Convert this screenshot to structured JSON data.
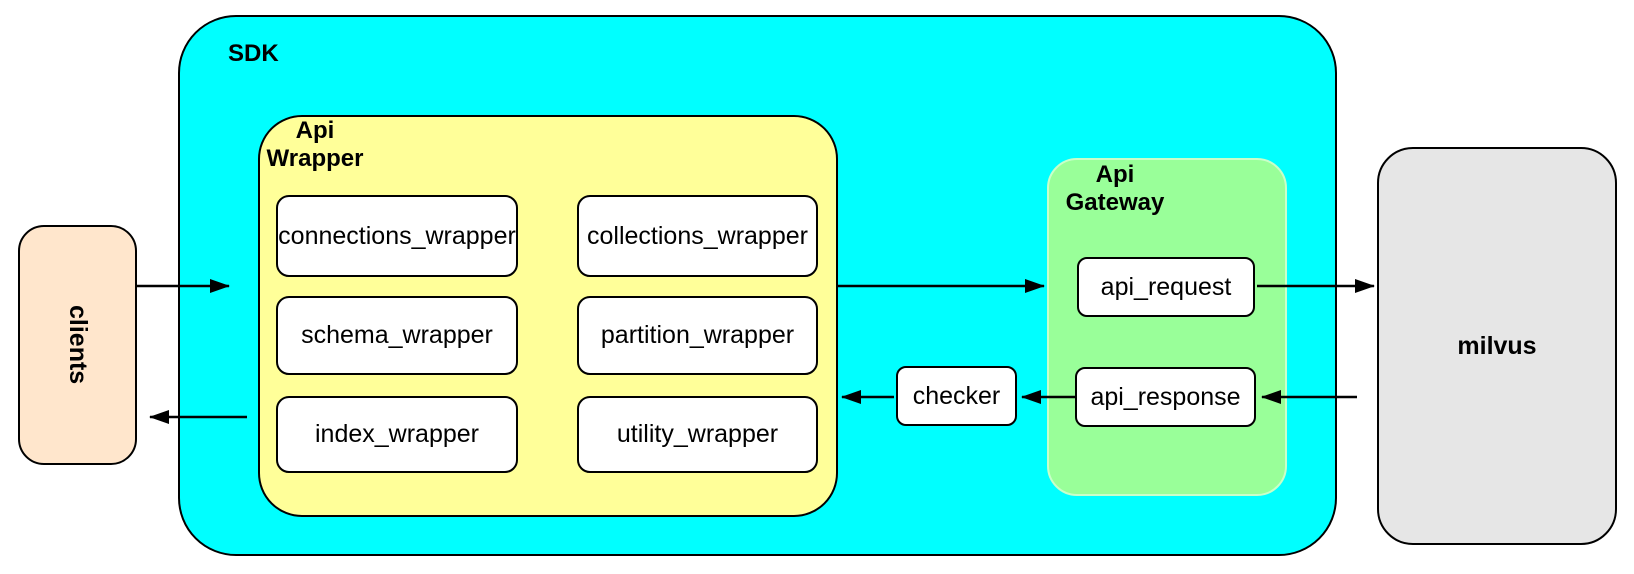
{
  "nodes": {
    "clients": {
      "label": "clients"
    },
    "sdk": {
      "label": "SDK"
    },
    "api_wrapper": {
      "label": "Api Wrapper",
      "boxes": [
        {
          "label": "connections_wrapper"
        },
        {
          "label": "collections_wrapper"
        },
        {
          "label": "schema_wrapper"
        },
        {
          "label": "partition_wrapper"
        },
        {
          "label": "index_wrapper"
        },
        {
          "label": "utility_wrapper"
        }
      ]
    },
    "checker": {
      "label": "checker"
    },
    "api_gateway": {
      "label": "Api Gateway",
      "boxes": [
        {
          "label": "api_request"
        },
        {
          "label": "api_response"
        }
      ]
    },
    "milvus": {
      "label": "milvus"
    }
  },
  "edges": [
    {
      "from": "clients",
      "to": "sdk"
    },
    {
      "from": "sdk",
      "to": "clients"
    },
    {
      "from": "api_wrapper",
      "to": "api_gateway"
    },
    {
      "from": "api_request",
      "to": "milvus"
    },
    {
      "from": "milvus",
      "to": "api_response"
    },
    {
      "from": "api_response",
      "to": "checker"
    },
    {
      "from": "checker",
      "to": "api_wrapper"
    }
  ],
  "colors": {
    "sdk_fill": "#00FFFF",
    "api_wrapper_fill": "#FFFF99",
    "api_gateway_fill": "#99FF99",
    "clients_fill": "#FFE6CC",
    "milvus_fill": "#E6E6E6",
    "node_fill": "#FFFFFF",
    "stroke": "#000000"
  }
}
